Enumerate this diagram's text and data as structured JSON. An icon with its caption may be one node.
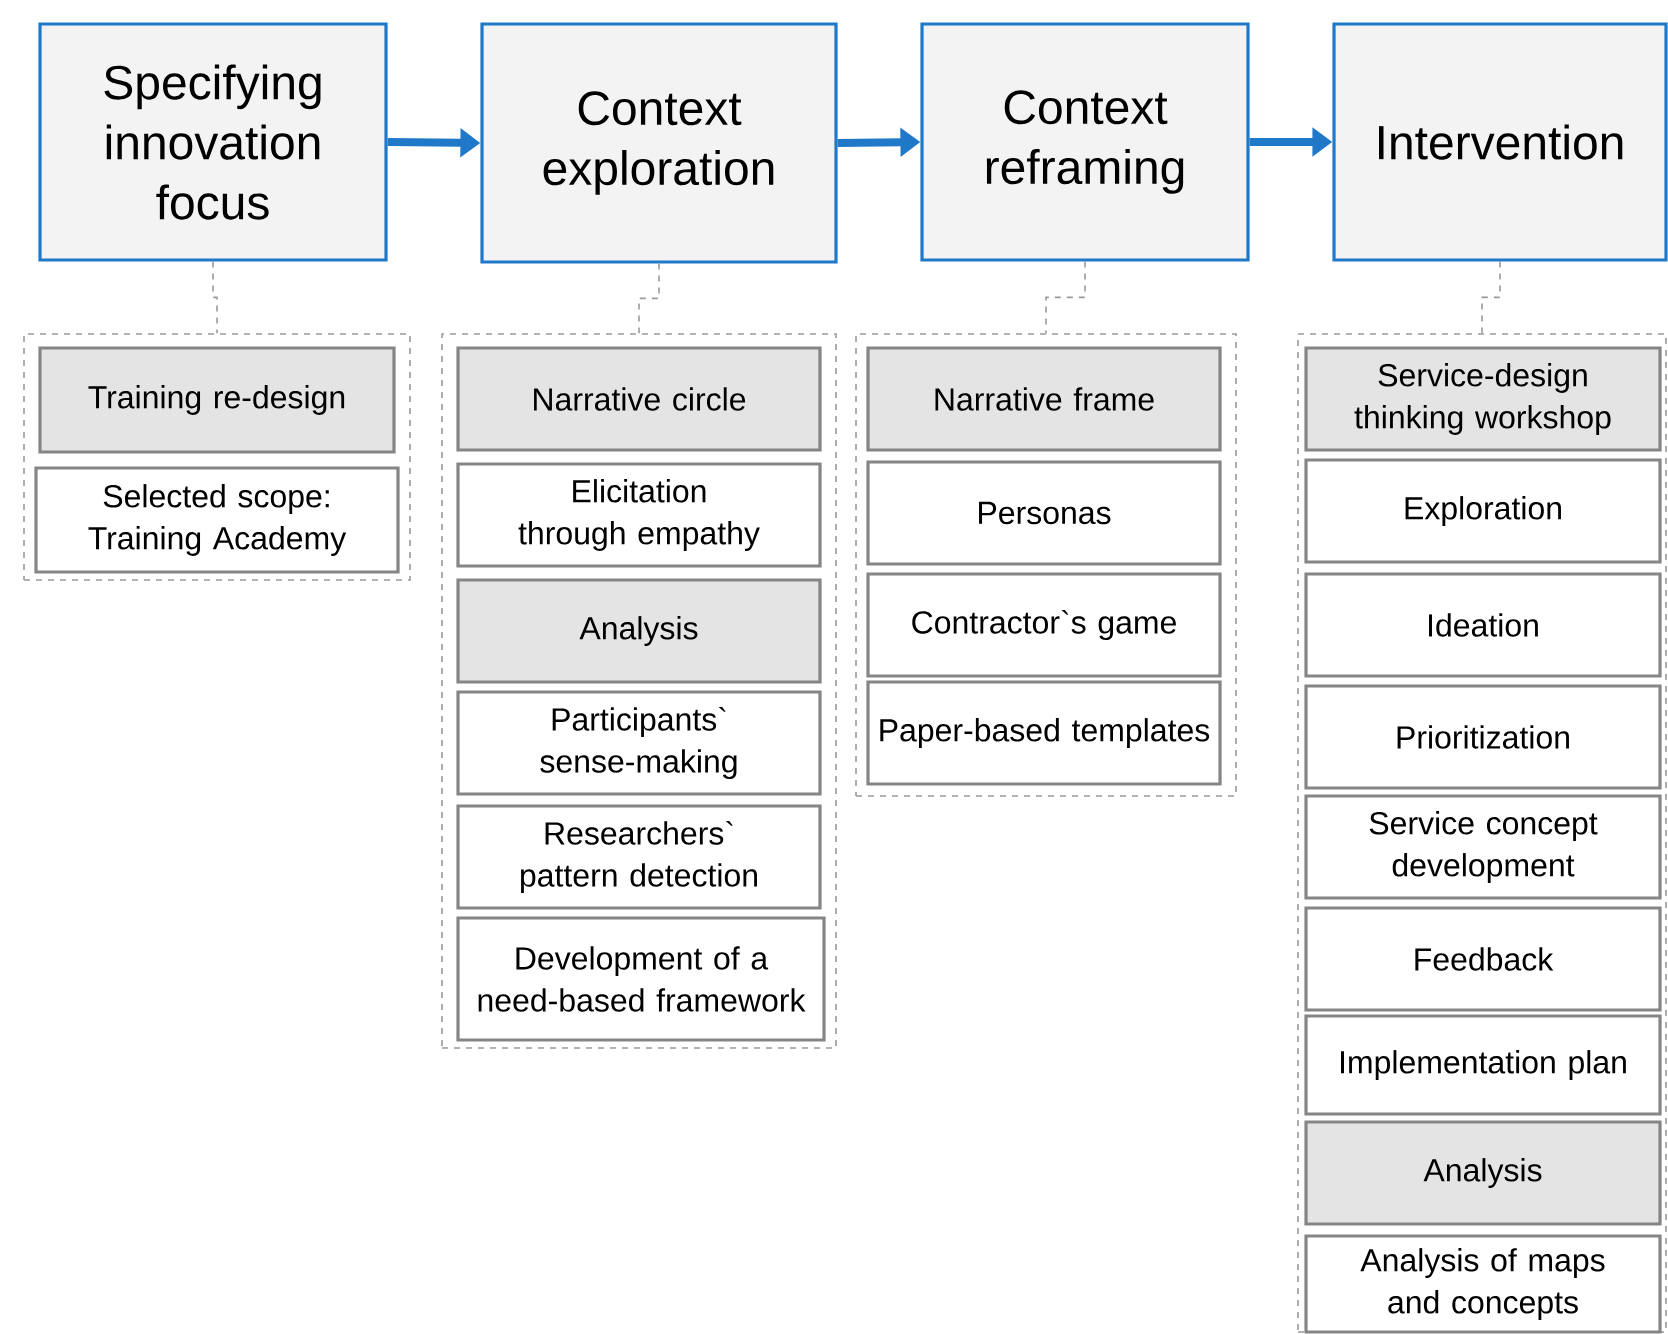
{
  "diagram": {
    "nodes": [
      {
        "text": [
          "Specifying innovation focus"
        ]
      },
      {
        "text": [
          "Context exploration"
        ]
      },
      {
        "text": [
          "Context reframing"
        ]
      },
      {
        "text": [
          "Intervention"
        ]
      },
      {
        "text": [],
        "shape": "box"
      },
      {
        "text": [
          "Training re-design"
        ],
        "in": 4
      },
      {
        "text": [
          "Selected scope: Training Academy"
        ],
        "in": 4
      },
      {
        "text": [],
        "shape": "box"
      },
      {
        "text": [
          "Narrative circle"
        ],
        "in": 7
      },
      {
        "text": [
          "Elicitation through empathy"
        ],
        "in": 7
      },
      {
        "text": [
          "Analysis"
        ],
        "in": 7
      },
      {
        "text": [
          "Participants` sense-making"
        ],
        "in": 7
      },
      {
        "text": [
          "Researchers` pattern detection"
        ],
        "in": 7
      },
      {
        "text": [
          "Development of a need-based framework"
        ],
        "in": 7
      },
      {
        "text": [],
        "shape": "box"
      },
      {
        "text": [
          "Narrative frame"
        ],
        "in": 14
      },
      {
        "text": [
          "Personas"
        ],
        "in": 14
      },
      {
        "text": [
          "Contractor`s game"
        ],
        "in": 14
      },
      {
        "text": [
          "Paper-based templates"
        ],
        "in": 14
      },
      {
        "text": [],
        "shape": "box"
      },
      {
        "text": [
          "Service-design thinking workshop"
        ],
        "in": 19
      },
      {
        "text": [
          "Exploration"
        ],
        "in": 19
      },
      {
        "text": [
          "Ideation"
        ],
        "in": 19
      },
      {
        "text": [
          "Prioritization"
        ],
        "in": 19
      },
      {
        "text": [
          "Service concept development"
        ],
        "in": 19
      },
      {
        "text": [
          "Feedback"
        ],
        "in": 19
      },
      {
        "text": [
          "Implementation plan"
        ],
        "in": 19
      },
      {
        "text": [
          "Analysis"
        ],
        "in": 19
      },
      {
        "text": [
          "Analysis of maps and concepts"
        ],
        "in": 19
      }
    ],
    "edges": [
      {
        "from": 0,
        "to": 1,
        "arrow": "to",
        "style": "thick",
        "color": "#1f78c8"
      },
      {
        "from": 1,
        "to": 2,
        "arrow": "to",
        "style": "thick",
        "color": "#1f78c8"
      },
      {
        "from": 2,
        "to": 3,
        "arrow": "to",
        "style": "thick",
        "color": "#1f78c8"
      },
      {
        "from": 0,
        "to": 4,
        "arrow": "none",
        "style": "dashed"
      },
      {
        "from": 1,
        "to": 7,
        "arrow": "none",
        "style": "dashed"
      },
      {
        "from": 2,
        "to": 14,
        "arrow": "none",
        "style": "dashed"
      },
      {
        "from": 3,
        "to": 19,
        "arrow": "none",
        "style": "dashed"
      }
    ]
  }
}
